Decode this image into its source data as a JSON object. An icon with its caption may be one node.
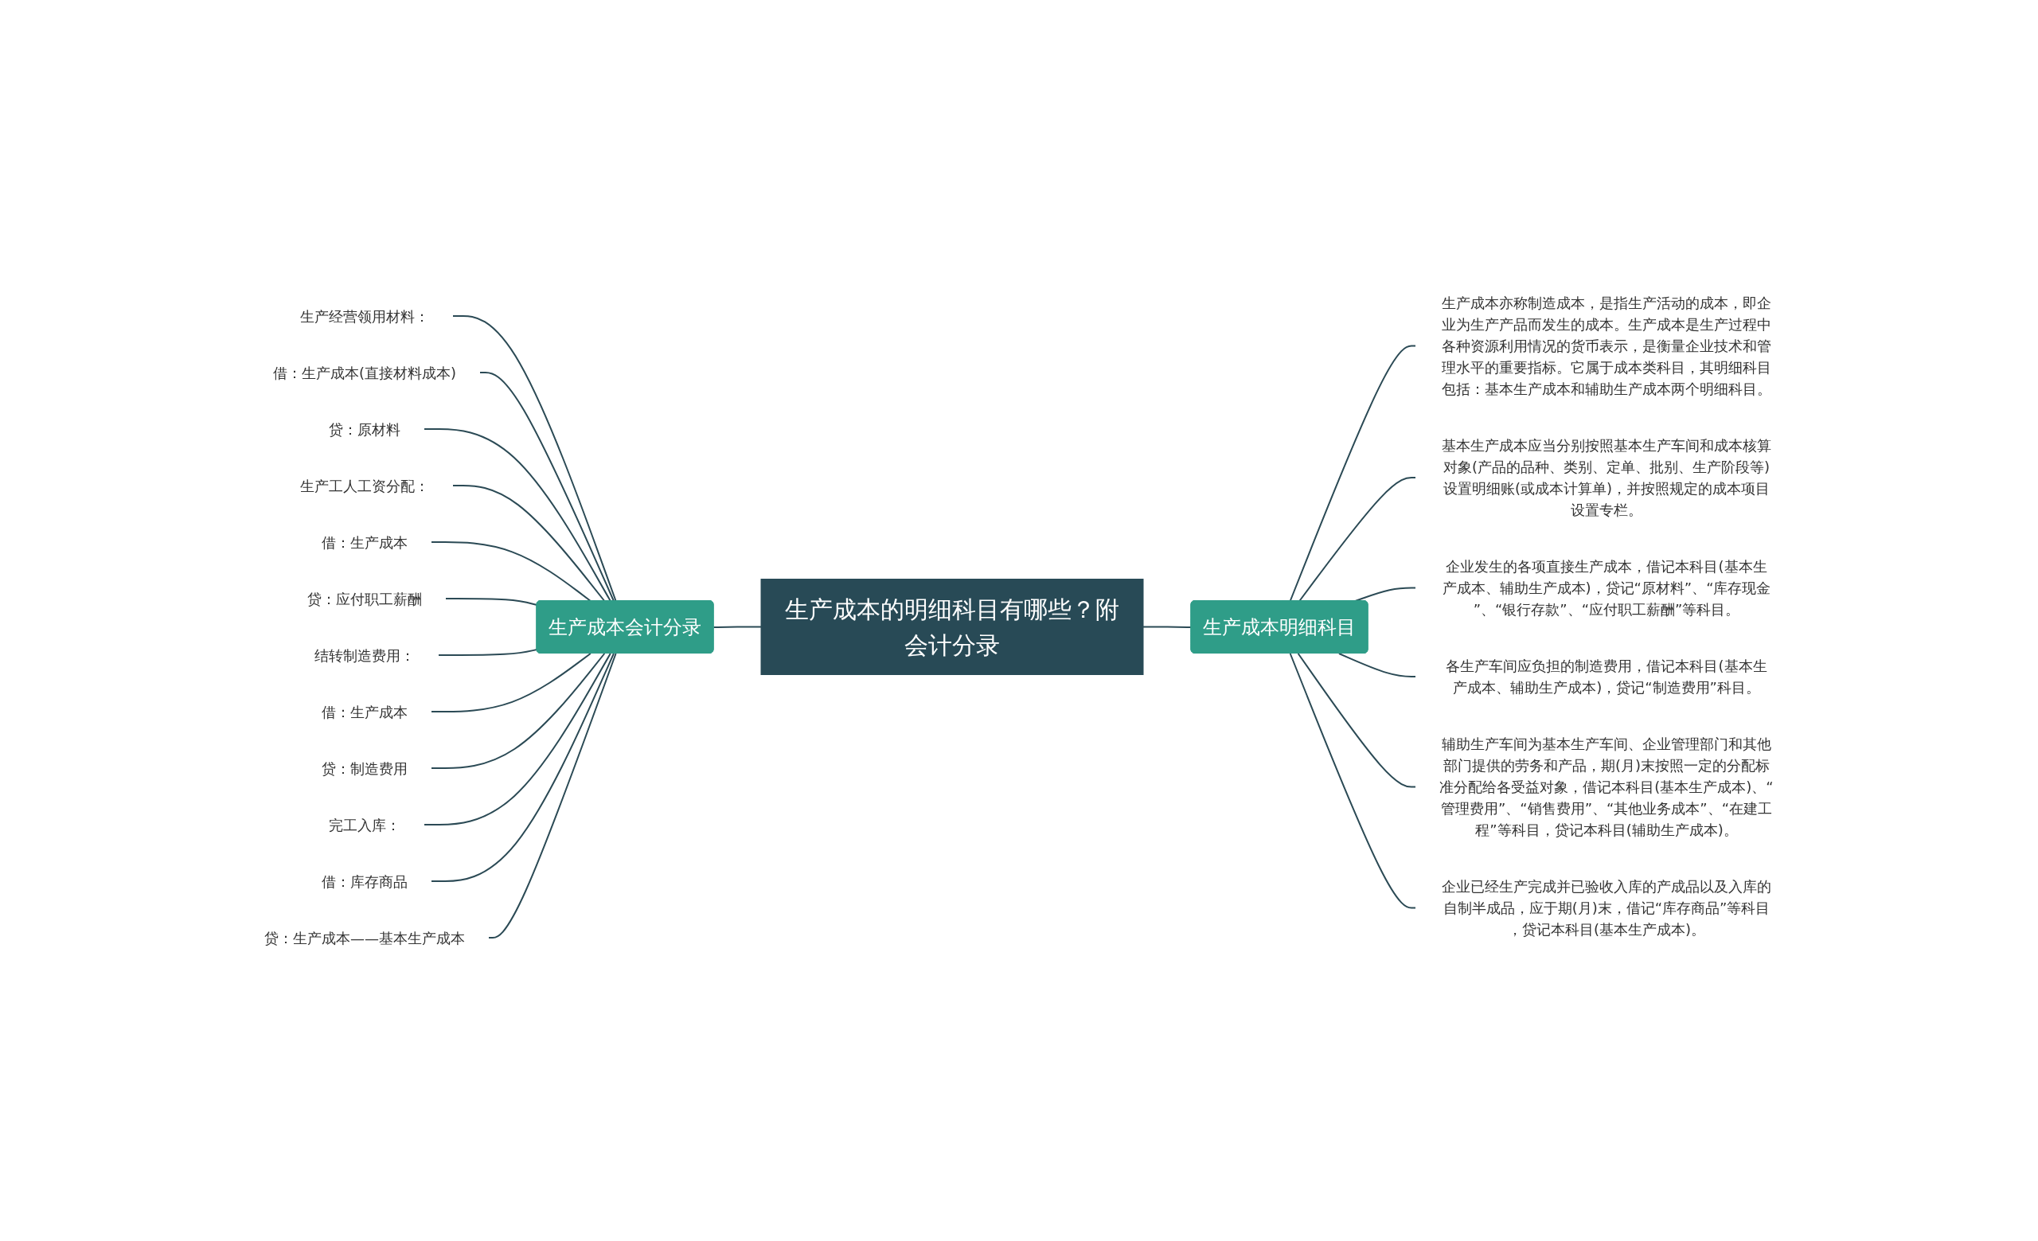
{
  "diagram": {
    "nodes": [
      {
        "text": [
          "生产成本的明细科目有哪些？附会计分录"
        ]
      },
      {
        "text": [
          "生产成本会计分录"
        ]
      },
      {
        "text": [
          "生产成本明细科目"
        ]
      },
      {
        "text": [
          "生产经营领用材料："
        ]
      },
      {
        "text": [
          "借：生产成本(直接材料成本)"
        ]
      },
      {
        "text": [
          "贷：原材料"
        ]
      },
      {
        "text": [
          "生产工人工资分配："
        ]
      },
      {
        "text": [
          "借：生产成本"
        ]
      },
      {
        "text": [
          "贷：应付职工薪酬"
        ]
      },
      {
        "text": [
          "结转制造费用："
        ]
      },
      {
        "text": [
          "借：生产成本"
        ]
      },
      {
        "text": [
          "贷：制造费用"
        ]
      },
      {
        "text": [
          "完工入库："
        ]
      },
      {
        "text": [
          "借：库存商品"
        ]
      },
      {
        "text": [
          "贷：生产成本——基本生产成本"
        ]
      },
      {
        "text": [
          "生产成本亦称制造成本，是指生产活动的成本，即企业为生产产品而发生的成本。生产成本是生产过程中各种资源利用情况的货币表示，是衡量企业技术和管理水平的重要指标。它属于成本类科目，其明细科目包括：基本生产成本和辅助生产成本两个明细科目。"
        ]
      },
      {
        "text": [
          "基本生产成本应当分别按照基本生产车间和成本核算对象(产品的品种、类别、定单、批别、生产阶段等)设置明细账(或成本计算单)，并按照规定的成本项目设置专栏。"
        ]
      },
      {
        "text": [
          "企业发生的各项直接生产成本，借记本科目(基本生产成本、辅助生产成本)，贷记“原材料”、“库存现金”、“银行存款”、“应付职工薪酬”等科目。"
        ]
      },
      {
        "text": [
          "各生产车间应负担的制造费用，借记本科目(基本生产成本、辅助生产成本)，贷记“制造费用”科目。"
        ]
      },
      {
        "text": [
          "辅助生产车间为基本生产车间、企业管理部门和其他部门提供的劳务和产品，期(月)末按照一定的分配标准分配给各受益对象，借记本科目(基本生产成本)、“管理费用”、“销售费用”、“其他业务成本”、“在建工程”等科目，贷记本科目(辅助生产成本)。"
        ]
      },
      {
        "text": [
          "企业已经生产完成并已验收入库的产成品以及入库的自制半成品，应于期(月)末，借记“库存商品”等科目，贷记本科目(基本生产成本)。"
        ]
      }
    ],
    "edges": [
      {
        "from": 3,
        "to": 1,
        "arrow": "none"
      },
      {
        "from": 4,
        "to": 1,
        "arrow": "none"
      },
      {
        "from": 5,
        "to": 1,
        "arrow": "none"
      },
      {
        "from": 6,
        "to": 1,
        "arrow": "none"
      },
      {
        "from": 7,
        "to": 1,
        "arrow": "none"
      },
      {
        "from": 8,
        "to": 1,
        "arrow": "none"
      },
      {
        "from": 9,
        "to": 1,
        "arrow": "none"
      },
      {
        "from": 10,
        "to": 1,
        "arrow": "none"
      },
      {
        "from": 11,
        "to": 1,
        "arrow": "none"
      },
      {
        "from": 12,
        "to": 1,
        "arrow": "none"
      },
      {
        "from": 13,
        "to": 1,
        "arrow": "none"
      },
      {
        "from": 14,
        "to": 1,
        "arrow": "none"
      },
      {
        "from": 1,
        "to": 0,
        "arrow": "none"
      },
      {
        "from": 0,
        "to": 2,
        "arrow": "none"
      },
      {
        "from": 2,
        "to": 15,
        "arrow": "none"
      },
      {
        "from": 2,
        "to": 16,
        "arrow": "none"
      },
      {
        "from": 2,
        "to": 17,
        "arrow": "none"
      },
      {
        "from": 2,
        "to": 18,
        "arrow": "none"
      },
      {
        "from": 2,
        "to": 19,
        "arrow": "none"
      },
      {
        "from": 2,
        "to": 20,
        "arrow": "none"
      }
    ]
  }
}
